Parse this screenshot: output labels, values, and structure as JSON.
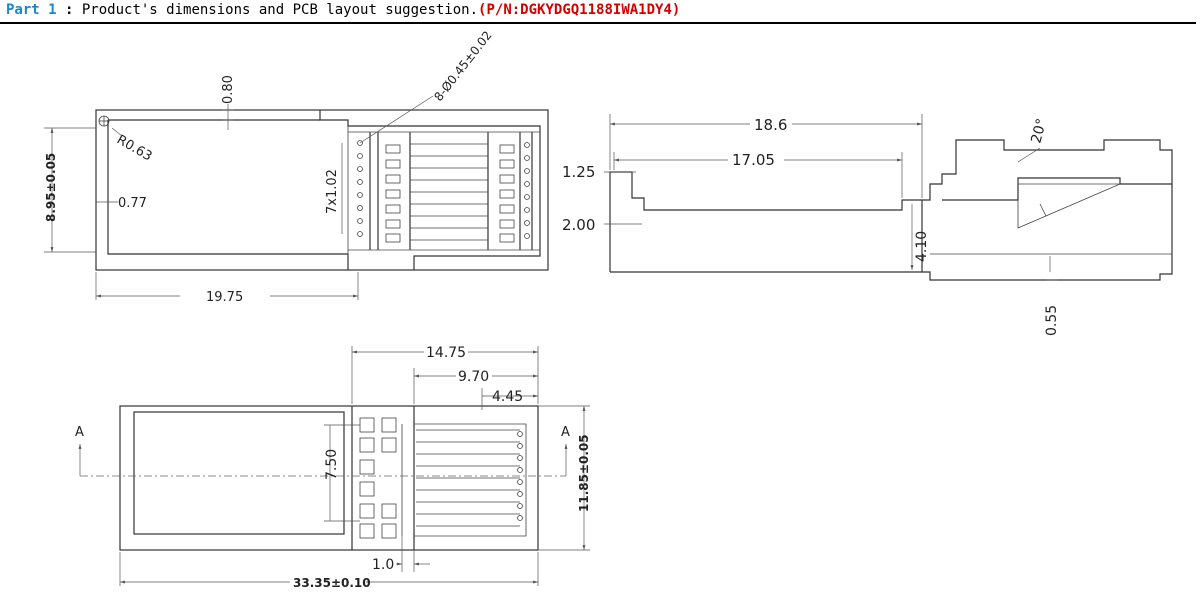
{
  "header": {
    "part": "Part 1",
    "sep": " : ",
    "description": "Product's dimensions and PCB layout suggestion.",
    "part_number": "(P/N:DGKYDGQ1188IWA1DY4)"
  },
  "colors": {
    "part": "#1b86c6",
    "part_number": "#d40000",
    "line": "#333333"
  },
  "top_view": {
    "dim_080": "0.80",
    "dim_pins": "8-Ø0.45±0.02",
    "dim_radius": "R0.63",
    "dim_height": "8.95±0.05",
    "dim_077": "0.77",
    "dim_pitch": "7x1.02",
    "dim_length": "19.75"
  },
  "side_view": {
    "dim_total": "18.6",
    "dim_inner": "17.05",
    "dim_125": "1.25",
    "dim_200": "2.00",
    "dim_410": "4.10",
    "dim_angle": "20°",
    "dim_055": "0.55"
  },
  "pcb_view": {
    "dim_1475": "14.75",
    "dim_970": "9.70",
    "dim_445": "4.45",
    "dim_750": "7.50",
    "dim_1185": "11.85±0.05",
    "dim_10": "1.0",
    "dim_3335": "33.35±0.10",
    "section_left": "A",
    "section_right": "A"
  }
}
